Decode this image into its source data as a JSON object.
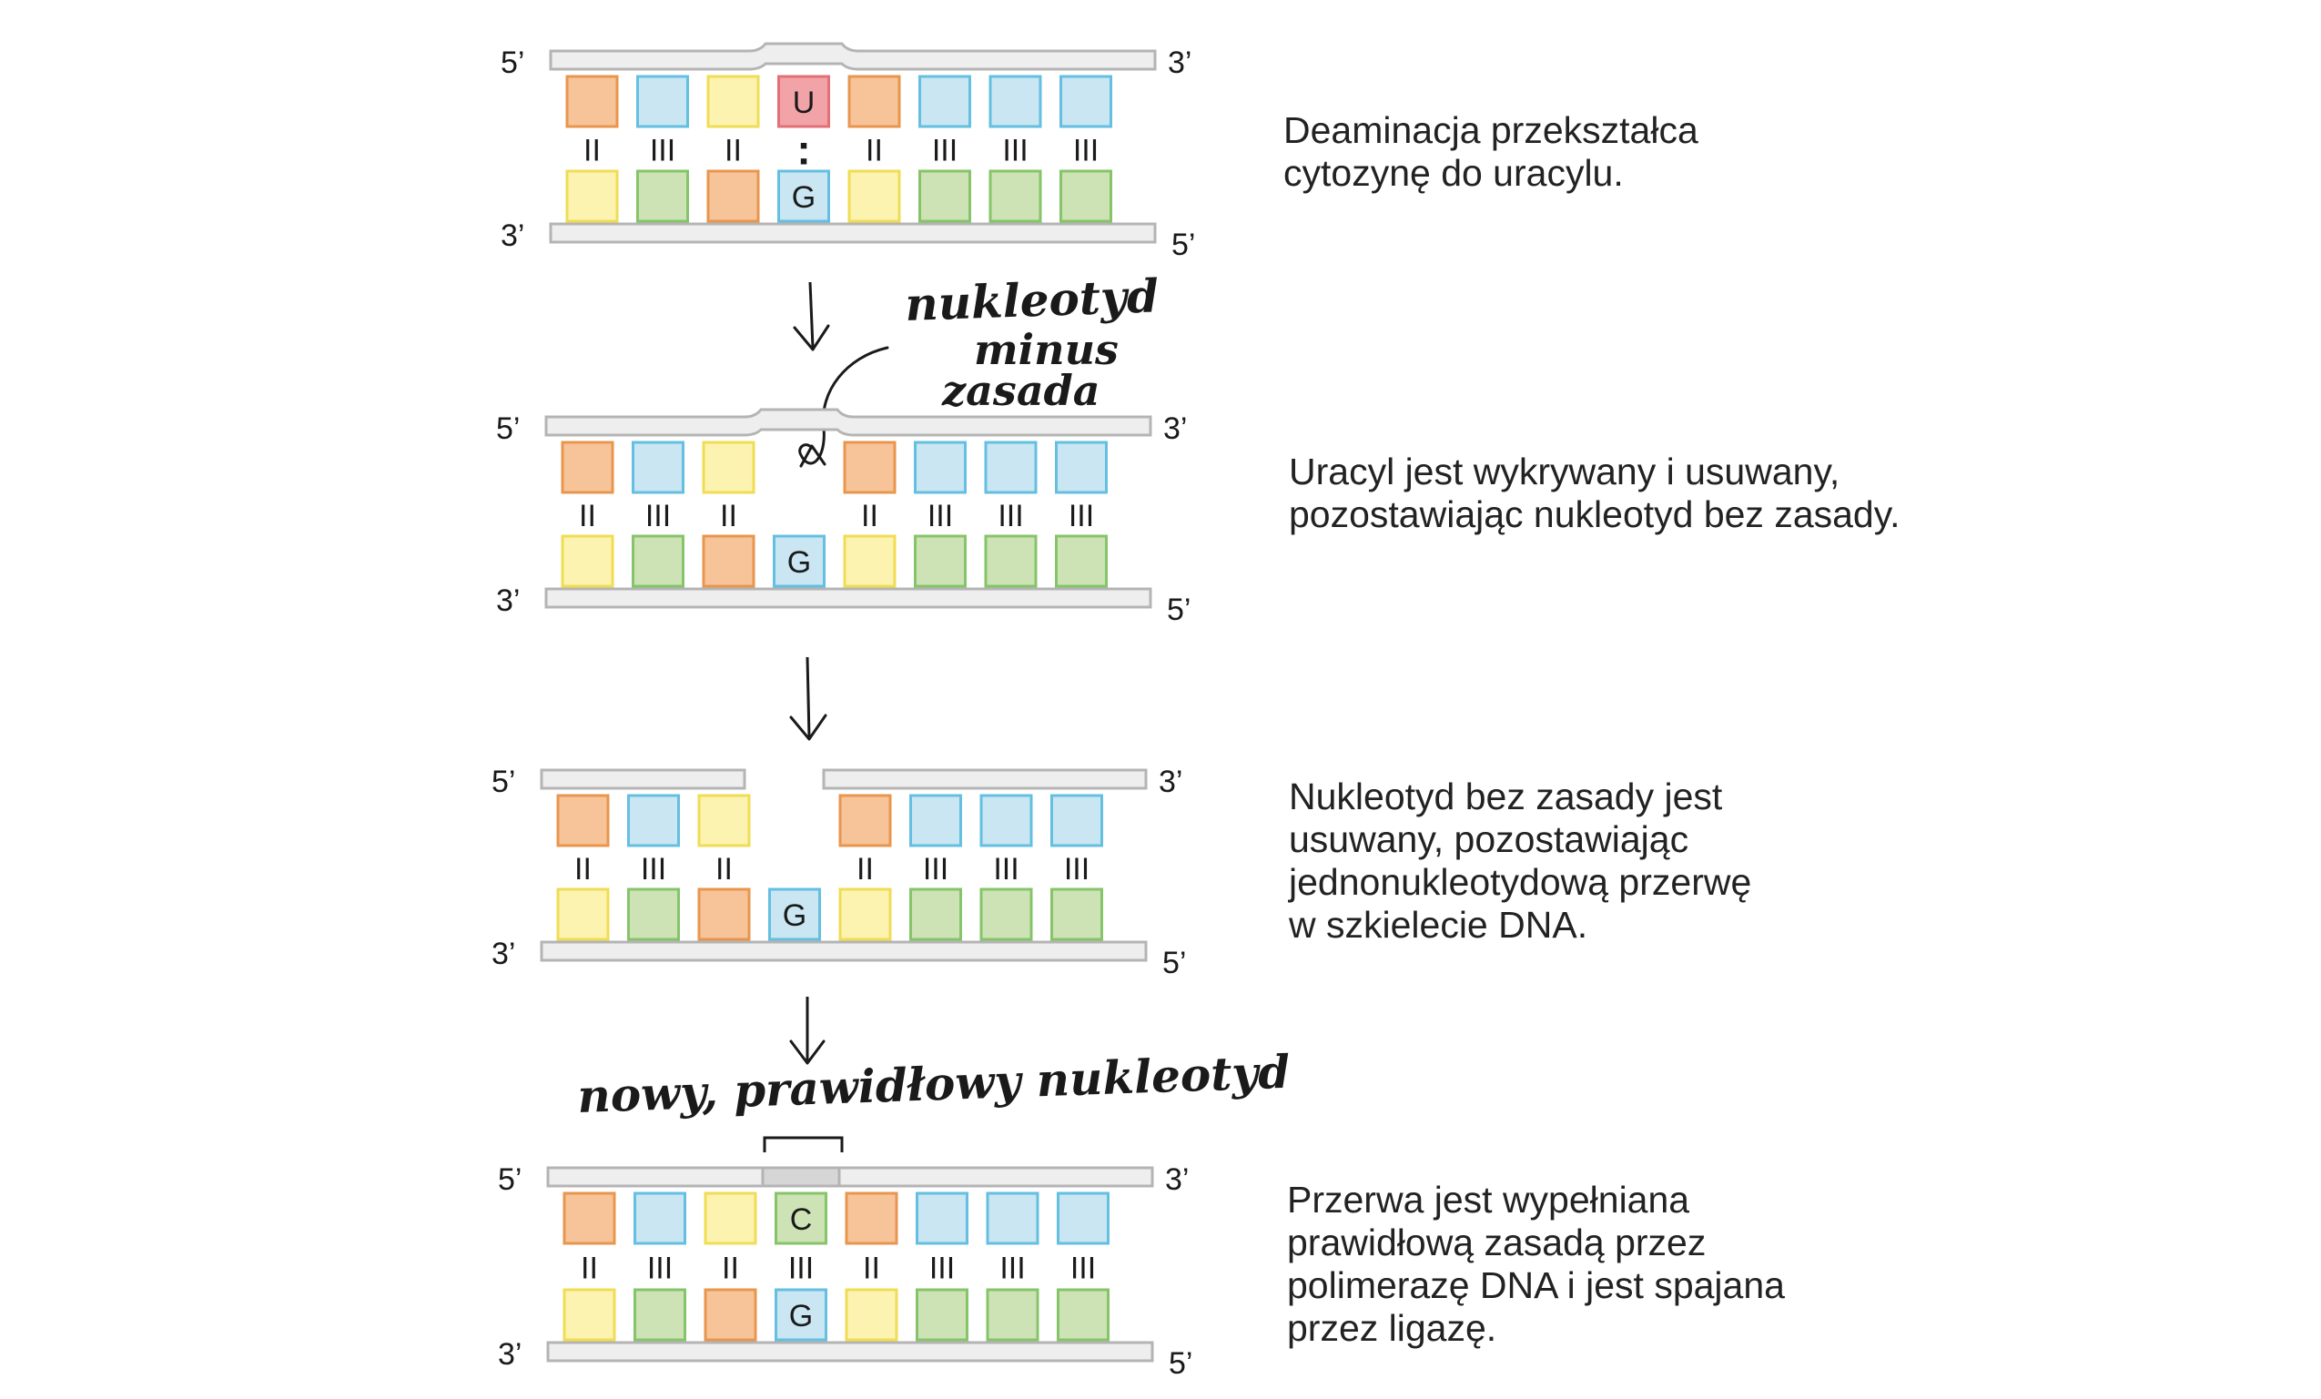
{
  "colors": {
    "backbone_fill": "#eeeeee",
    "backbone_stroke": "#b4b4b4",
    "patch_fill": "#d6d6d6",
    "orange": "#f7c49a",
    "orange_stroke": "#e8964e",
    "blue": "#c9e6f2",
    "blue_stroke": "#64bfe0",
    "yellow": "#fdf3b0",
    "yellow_stroke": "#f0dc55",
    "green": "#cde3b5",
    "green_stroke": "#86c46a",
    "red": "#f2a3a7",
    "red_stroke": "#e27077",
    "ink": "#1a1a1a"
  },
  "panels": [
    {
      "labels": {
        "top_left": "5’",
        "top_right": "3’",
        "bottom_left": "3’",
        "bottom_right": "5’"
      },
      "top_bases": [
        {
          "color": "orange"
        },
        {
          "color": "blue"
        },
        {
          "color": "yellow"
        },
        {
          "color": "red",
          "letter": "U"
        },
        {
          "color": "orange"
        },
        {
          "color": "blue"
        },
        {
          "color": "blue"
        },
        {
          "color": "blue"
        }
      ],
      "bonds": [
        "II",
        "III",
        "II",
        ":",
        "II",
        "III",
        "III",
        "III"
      ],
      "bottom_bases": [
        {
          "color": "yellow"
        },
        {
          "color": "green"
        },
        {
          "color": "orange"
        },
        {
          "color": "blue",
          "letter": "G"
        },
        {
          "color": "yellow"
        },
        {
          "color": "green"
        },
        {
          "color": "green"
        },
        {
          "color": "green"
        }
      ],
      "caption": [
        "Deaminacja przekształca",
        "cytozynę do uracylu."
      ]
    },
    {
      "labels": {
        "top_left": "5’",
        "top_right": "3’",
        "bottom_left": "3’",
        "bottom_right": "5’"
      },
      "top_bases": [
        {
          "color": "orange"
        },
        {
          "color": "blue"
        },
        {
          "color": "yellow"
        },
        null,
        {
          "color": "orange"
        },
        {
          "color": "blue"
        },
        {
          "color": "blue"
        },
        {
          "color": "blue"
        }
      ],
      "bonds": [
        "II",
        "III",
        "II",
        "",
        "II",
        "III",
        "III",
        "III"
      ],
      "bottom_bases": [
        {
          "color": "yellow"
        },
        {
          "color": "green"
        },
        {
          "color": "orange"
        },
        {
          "color": "blue",
          "letter": "G"
        },
        {
          "color": "yellow"
        },
        {
          "color": "green"
        },
        {
          "color": "green"
        },
        {
          "color": "green"
        }
      ],
      "caption": [
        "Uracyl jest wykrywany i usuwany,",
        "pozostawiając nukleotyd bez zasady."
      ]
    },
    {
      "labels": {
        "top_left": "5’",
        "top_right": "3’",
        "bottom_left": "3’",
        "bottom_right": "5’"
      },
      "top_bases": [
        {
          "color": "orange"
        },
        {
          "color": "blue"
        },
        {
          "color": "yellow"
        },
        null,
        {
          "color": "orange"
        },
        {
          "color": "blue"
        },
        {
          "color": "blue"
        },
        {
          "color": "blue"
        }
      ],
      "bonds": [
        "II",
        "III",
        "II",
        "",
        "II",
        "III",
        "III",
        "III"
      ],
      "bottom_bases": [
        {
          "color": "yellow"
        },
        {
          "color": "green"
        },
        {
          "color": "orange"
        },
        {
          "color": "blue",
          "letter": "G"
        },
        {
          "color": "yellow"
        },
        {
          "color": "green"
        },
        {
          "color": "green"
        },
        {
          "color": "green"
        }
      ],
      "caption": [
        "Nukleotyd bez zasady jest",
        "usuwany, pozostawiając",
        "jednonukleotydową przerwę",
        "w szkielecie DNA."
      ]
    },
    {
      "labels": {
        "top_left": "5’",
        "top_right": "3’",
        "bottom_left": "3’",
        "bottom_right": "5’"
      },
      "top_bases": [
        {
          "color": "orange"
        },
        {
          "color": "blue"
        },
        {
          "color": "yellow"
        },
        {
          "color": "green",
          "letter": "C"
        },
        {
          "color": "orange"
        },
        {
          "color": "blue"
        },
        {
          "color": "blue"
        },
        {
          "color": "blue"
        }
      ],
      "bonds": [
        "II",
        "III",
        "II",
        "III",
        "II",
        "III",
        "III",
        "III"
      ],
      "bottom_bases": [
        {
          "color": "yellow"
        },
        {
          "color": "green"
        },
        {
          "color": "orange"
        },
        {
          "color": "blue",
          "letter": "G"
        },
        {
          "color": "yellow"
        },
        {
          "color": "green"
        },
        {
          "color": "green"
        },
        {
          "color": "green"
        }
      ],
      "caption": [
        "Przerwa jest wypełniana",
        "prawidłową zasadą przez",
        "polimerazę DNA i jest spajana",
        "przez ligazę."
      ]
    }
  ],
  "annotations": {
    "abasic_note": [
      "nukleotyd",
      "minus",
      "zasada"
    ],
    "new_nucleotide_note": "nowy, prawidłowy nukleotyd"
  }
}
